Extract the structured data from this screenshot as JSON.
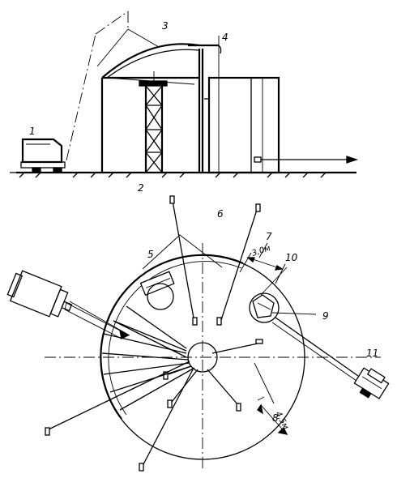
{
  "labels": {
    "l1": "1",
    "l2": "2",
    "l3": "3",
    "l4": "4",
    "l5": "5",
    "l6": "6",
    "l7": "7",
    "l8": "8",
    "l9": "9",
    "l10": "10",
    "l11": "11"
  },
  "dimensions": {
    "d1": "3,0м",
    "d2": "4,5м"
  }
}
